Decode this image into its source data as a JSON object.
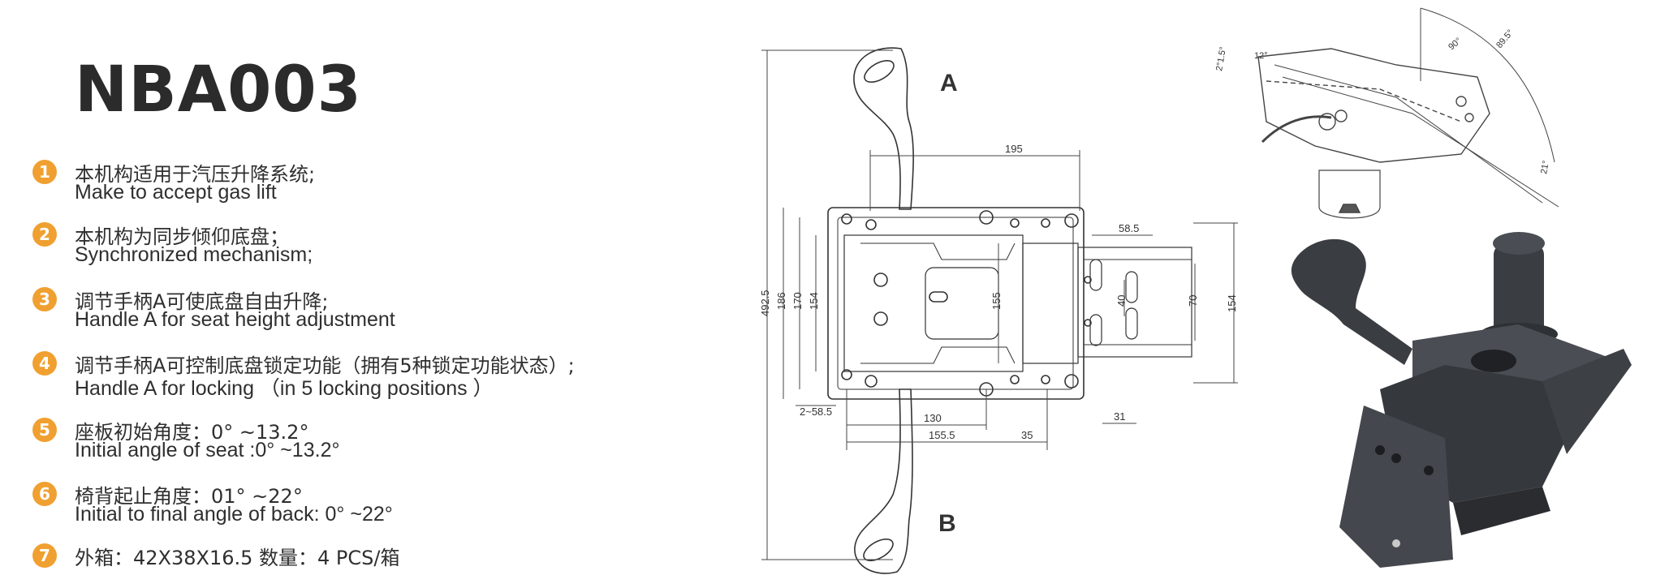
{
  "title": "NBA003",
  "features": [
    {
      "num": "1",
      "zh": "本机构适用于汽压升降系统;",
      "en": "Make to accept gas lift"
    },
    {
      "num": "2",
      "zh": "本机构为同步倾仰底盘；",
      "en": "Synchronized mechanism;"
    },
    {
      "num": "3",
      "zh": "调节手柄A可使底盘自由升降;",
      "en": "Handle A for seat height adjustment"
    },
    {
      "num": "4",
      "zh": "调节手柄A可控制底盘锁定功能（拥有5种锁定功能状态）;",
      "en": "Handle A for locking （in 5 locking positions ）"
    },
    {
      "num": "5",
      "zh": "座板初始角度：0°  ~13.2°",
      "en": "Initial angle of seat :0°  ~13.2°"
    },
    {
      "num": "6",
      "zh": "椅背起止角度：01°  ~22°",
      "en": "Initial to final angle of back: 0°  ~22°"
    },
    {
      "num": "7",
      "zh": "外箱：42X38X16.5  数量：4 PCS/箱",
      "en": ""
    }
  ],
  "drawing": {
    "label_a": "A",
    "label_b": "B",
    "dims": {
      "d195": "195",
      "d4925": "492.5",
      "d186": "186",
      "d170": "170",
      "d154": "154",
      "d155": "155",
      "d585": "58.5",
      "d40": "40",
      "d70": "70",
      "d154r": "154",
      "d2585": "2~58.5",
      "d130": "130",
      "d1555": "155.5",
      "d35": "35",
      "d31": "31"
    }
  },
  "side_view": {
    "angles": [
      "90°",
      "89.5°",
      "12°",
      "2°1.5°",
      "21°"
    ]
  },
  "colors": {
    "badge": "#f0a030",
    "text": "#2f2f2f",
    "line": "#333333",
    "metal": "#3c3f44"
  }
}
